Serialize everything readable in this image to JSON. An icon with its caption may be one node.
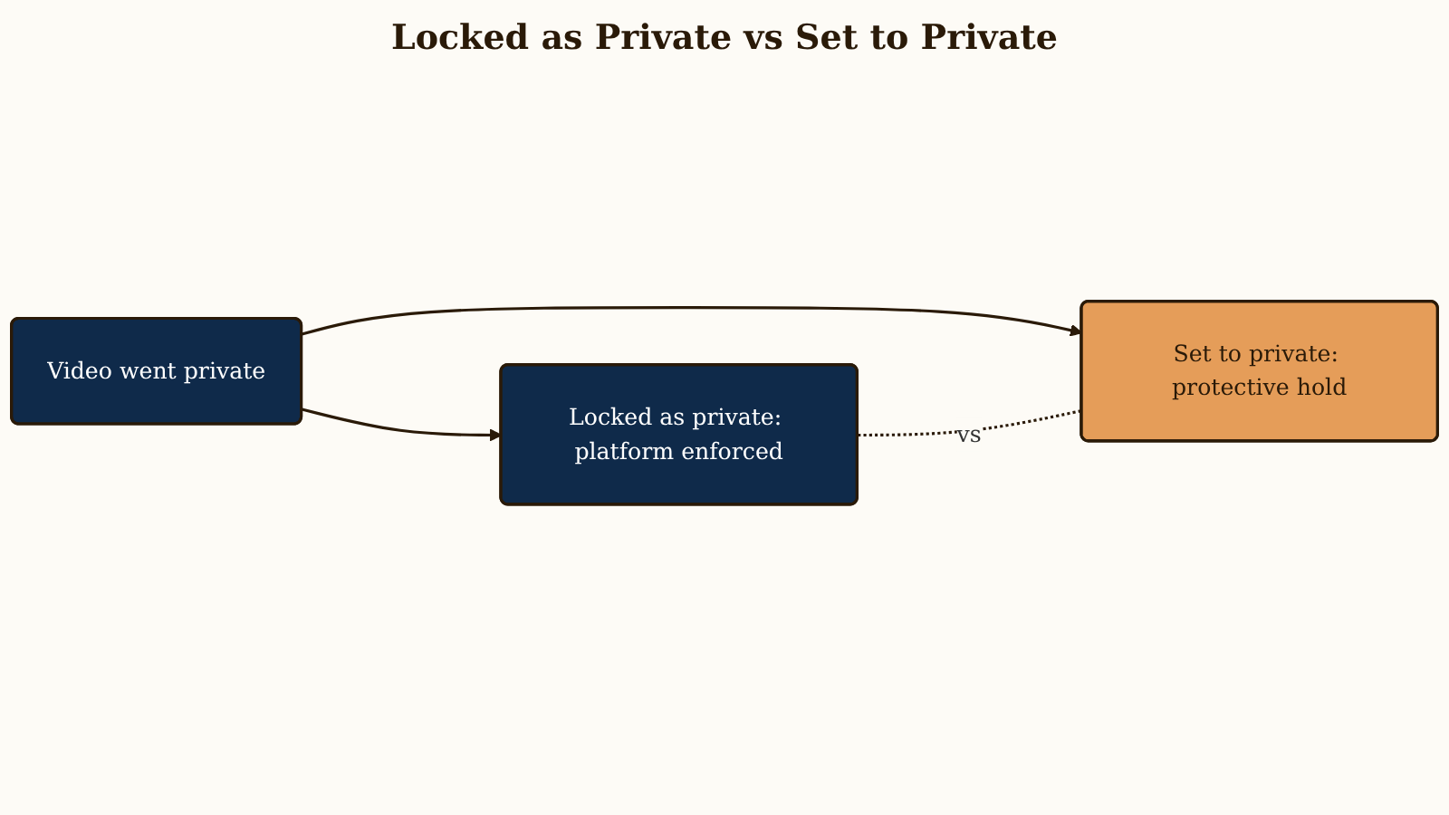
{
  "diagram": {
    "title": "Locked as Private vs Set to Private",
    "nodes": [
      {
        "text": [
          "Video went private"
        ]
      },
      {
        "text": [
          "Locked as private: platform enforced"
        ]
      },
      {
        "text": [
          "Set to private: protective hold"
        ]
      }
    ],
    "edges": [
      {
        "from": 0,
        "to": 1,
        "arrow": "to"
      },
      {
        "from": 0,
        "to": 2,
        "arrow": "to"
      },
      {
        "from": 1,
        "to": 2,
        "arrow": "none",
        "label": "vs",
        "style": "dashed"
      }
    ]
  }
}
